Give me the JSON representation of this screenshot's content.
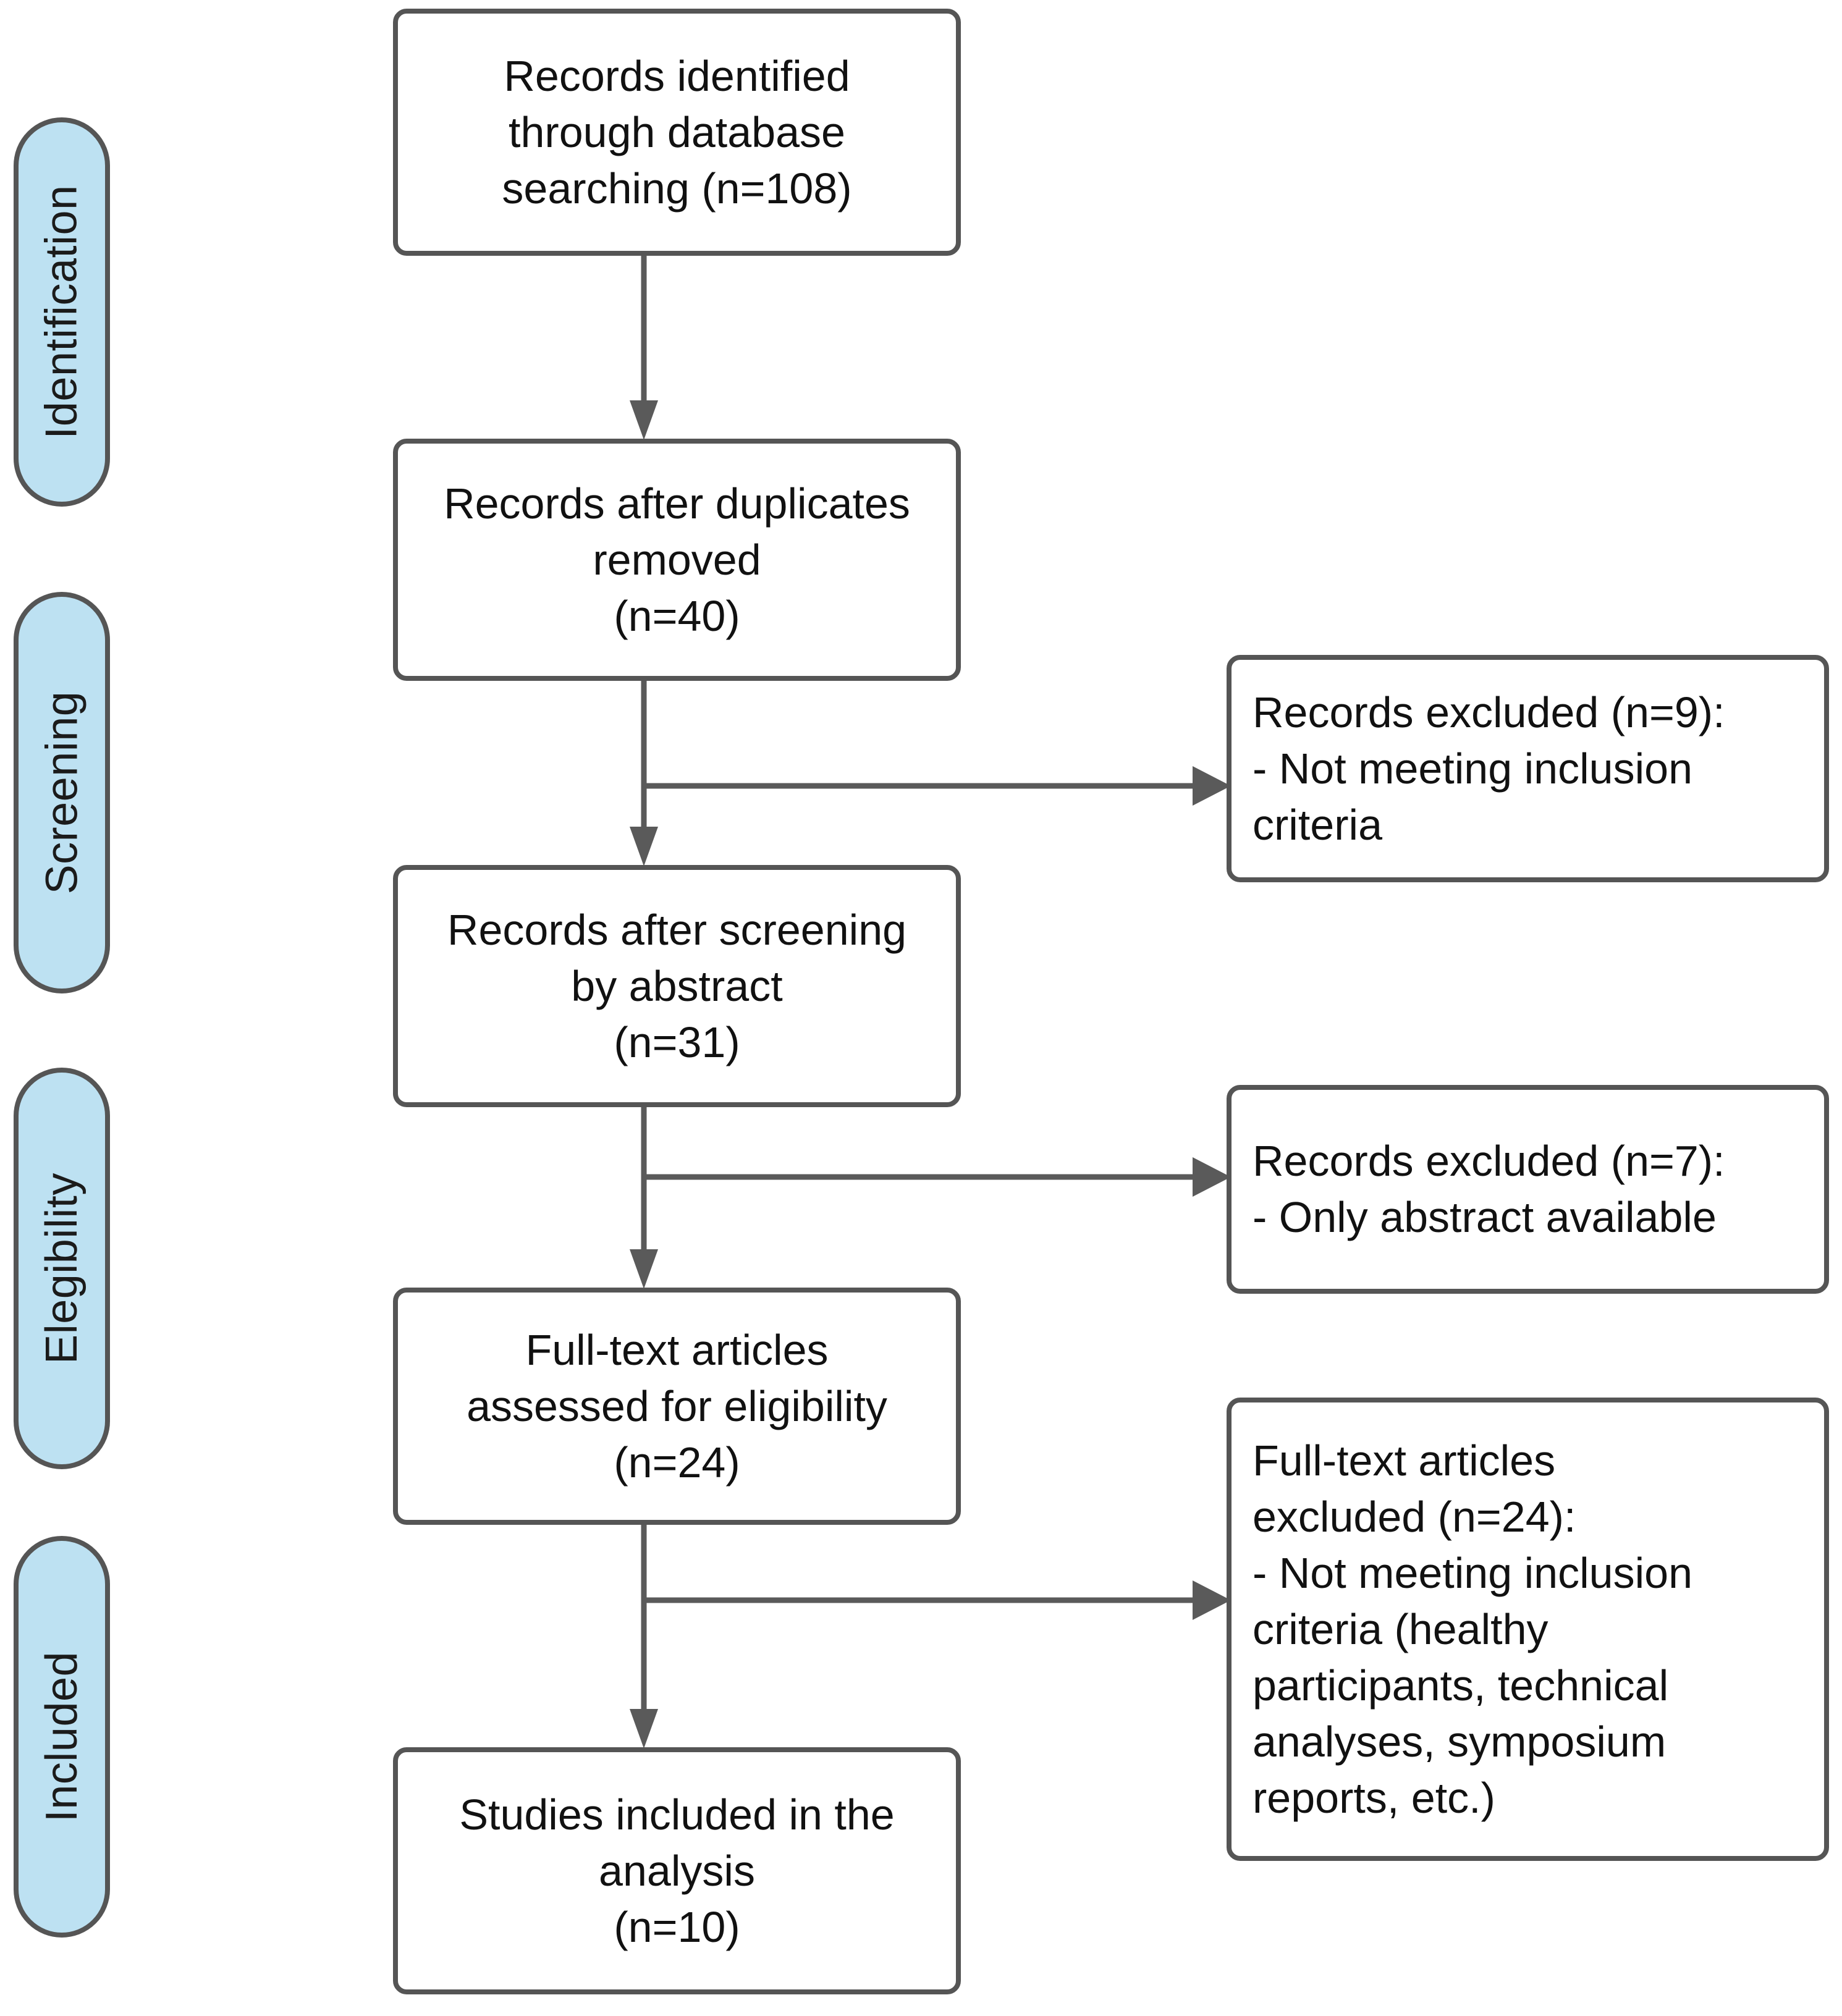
{
  "diagram": {
    "title": "PRISMA study selection flow diagram",
    "colors": {
      "pill_fill": "#bde1f2",
      "border": "#555555",
      "connector": "#5a5a5a",
      "box_fill": "#ffffff",
      "text": "#111111"
    }
  },
  "stages": [
    {
      "id": "identification",
      "label": "Identification"
    },
    {
      "id": "screening",
      "label": "Screening"
    },
    {
      "id": "eligibility",
      "label": "Elegibility"
    },
    {
      "id": "included",
      "label": "Included"
    }
  ],
  "flow_boxes": [
    {
      "id": "records-identified",
      "column": "center",
      "text": "Records identified\nthrough database\nsearching  (n=108)",
      "count": 108
    },
    {
      "id": "records-after-duplicates",
      "column": "center",
      "text": "Records after duplicates\nremoved\n(n=40)",
      "count": 40
    },
    {
      "id": "records-after-screening",
      "column": "center",
      "text": "Records after screening\nby abstract\n(n=31)",
      "count": 31
    },
    {
      "id": "full-text-assessed",
      "column": "center",
      "text": "Full-text articles\nassessed for eligibility\n(n=24)",
      "count": 24
    },
    {
      "id": "studies-included",
      "column": "center",
      "text": "Studies included in the\nanalysis\n(n=10)",
      "count": 10
    },
    {
      "id": "records-excluded-9",
      "column": "right",
      "text": "Records excluded (n=9):\n- Not meeting inclusion\ncriteria",
      "count": 9
    },
    {
      "id": "records-excluded-7",
      "column": "right",
      "text": "Records excluded (n=7):\n- Only abstract available",
      "count": 7
    },
    {
      "id": "full-text-excluded-24",
      "column": "right",
      "text": "Full-text articles\nexcluded (n=24):\n- Not meeting inclusion\ncriteria (healthy\nparticipants,   technical\nanalyses, symposium\nreports, etc.)",
      "count": 24
    }
  ]
}
